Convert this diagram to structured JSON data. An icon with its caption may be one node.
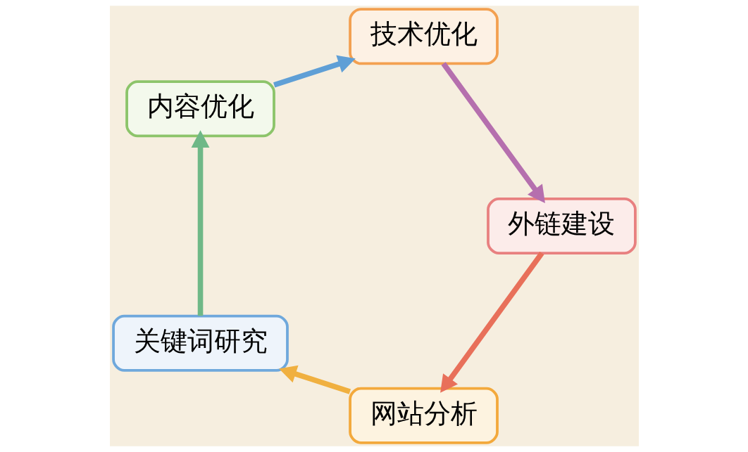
{
  "diagram": {
    "nodes": [
      {
        "text": [
          "网站分析"
        ]
      },
      {
        "text": [
          "关键词研究"
        ]
      },
      {
        "text": [
          "内容优化"
        ]
      },
      {
        "text": [
          "技术优化"
        ]
      },
      {
        "text": [
          "外链建设"
        ]
      }
    ],
    "edges": [
      {
        "from": 0,
        "to": 1,
        "arrow": "to",
        "color": "#f0b040"
      },
      {
        "from": 1,
        "to": 2,
        "arrow": "to",
        "color": "#6fb887"
      },
      {
        "from": 2,
        "to": 3,
        "arrow": "to",
        "color": "#5f9fd6"
      },
      {
        "from": 3,
        "to": 4,
        "arrow": "to",
        "color": "#b56fae"
      },
      {
        "from": 4,
        "to": 0,
        "arrow": "to",
        "color": "#e8705a"
      }
    ]
  }
}
